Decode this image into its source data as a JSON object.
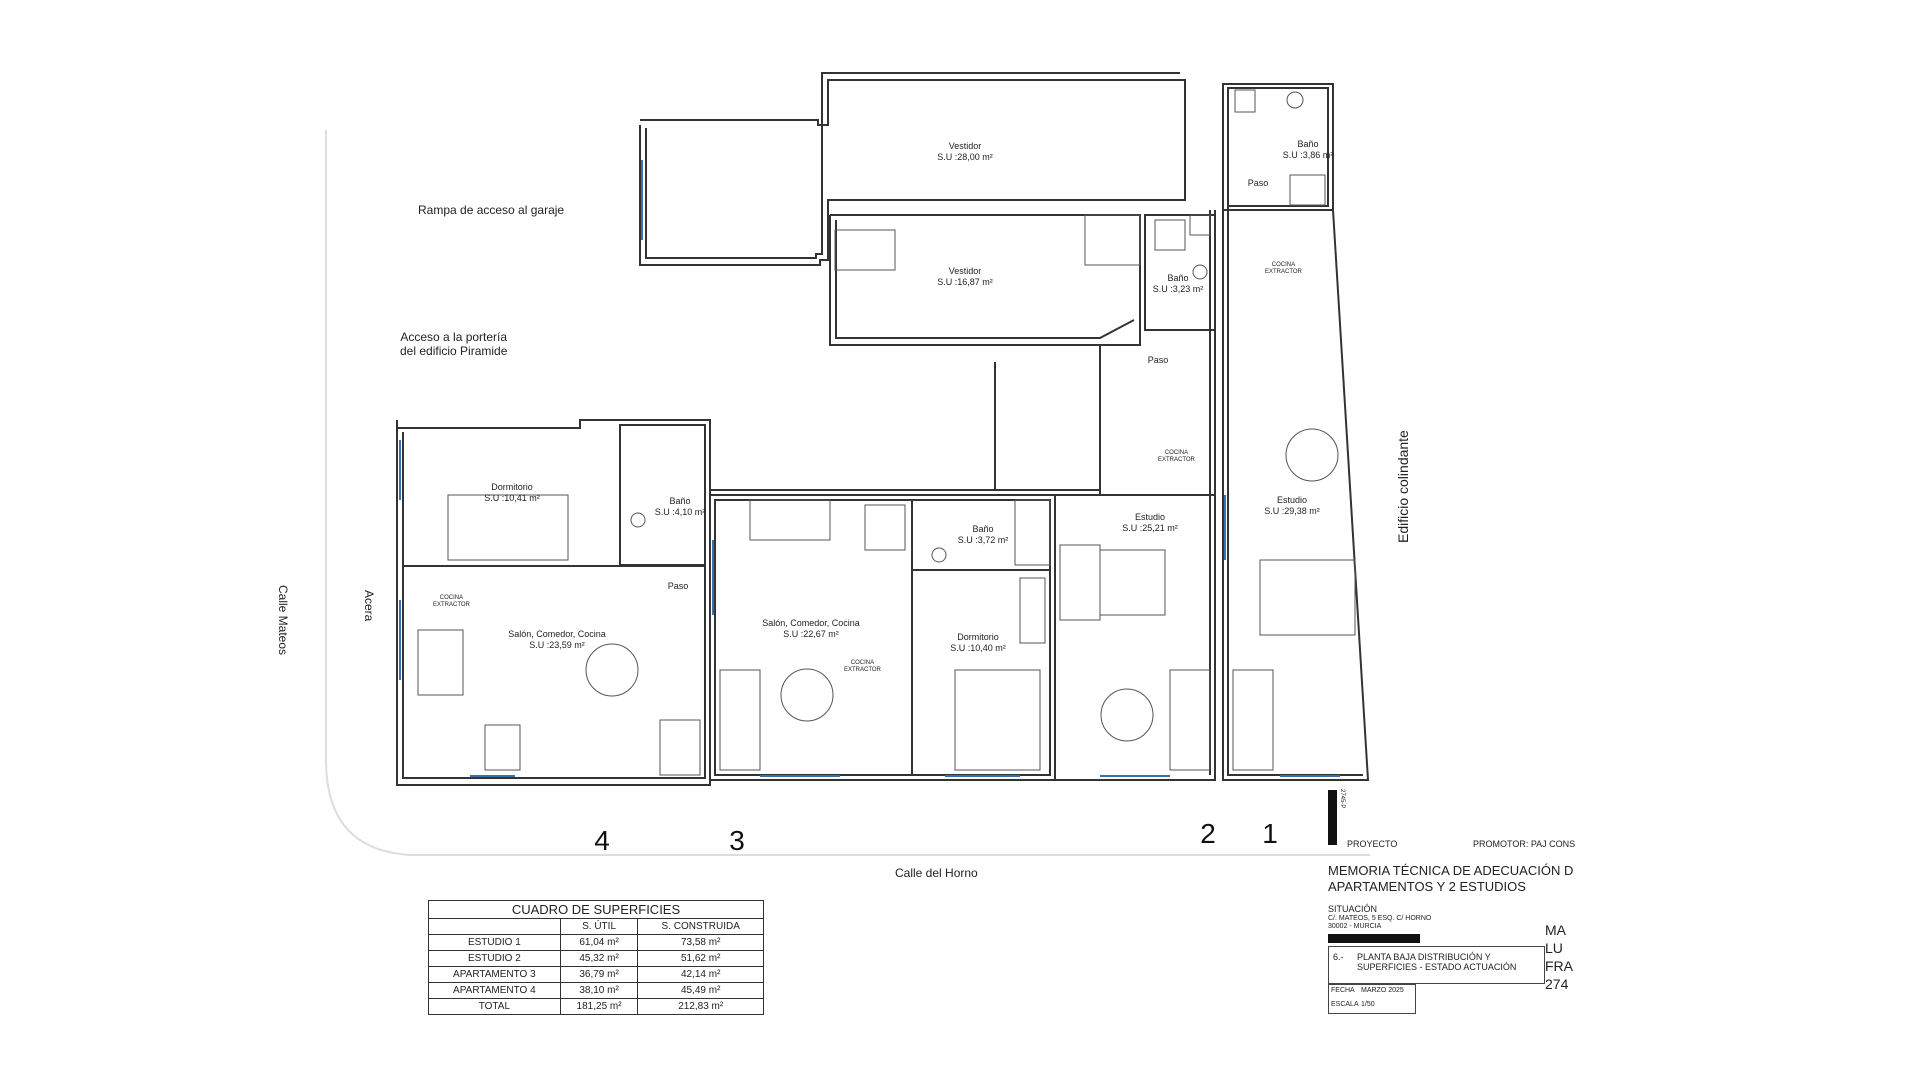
{
  "labels": {
    "ramp": "Rampa de acceso al garaje",
    "portal_line1": "Acceso a la portería",
    "portal_line2": "del edificio Piramide",
    "street_left": "Calle Mateos",
    "sidewalk": "Acera",
    "street_bottom": "Calle del Horno",
    "neighbour": "Edificio colindante"
  },
  "unit_numbers": [
    "4",
    "3",
    "2",
    "1"
  ],
  "rooms": {
    "vestidor_1": {
      "name": "Vestidor",
      "area": "S.U :28,00 m²"
    },
    "vestidor_2": {
      "name": "Vestidor",
      "area": "S.U :16,87 m²"
    },
    "bano_top": {
      "name": "Baño",
      "area": "S.U :3,86 m²"
    },
    "bano_mid": {
      "name": "Baño",
      "area": "S.U :3,23 m²"
    },
    "paso_top": {
      "name": "Paso"
    },
    "paso_mid": {
      "name": "Paso"
    },
    "paso_left": {
      "name": "Paso"
    },
    "dormitorio_4": {
      "name": "Dormitorio",
      "area": "S.U :10,41 m²"
    },
    "bano_4": {
      "name": "Baño",
      "area": "S.U :4,10 m²"
    },
    "salon_4": {
      "name": "Salón, Comedor, Cocina",
      "area": "S.U :23,59 m²"
    },
    "salon_3": {
      "name": "Salón, Comedor, Cocina",
      "area": "S.U :22,67 m²"
    },
    "bano_3": {
      "name": "Baño",
      "area": "S.U :3,72 m²"
    },
    "dormitorio_3": {
      "name": "Dormitorio",
      "area": "S.U :10,40 m²"
    },
    "estudio_2": {
      "name": "Estudio",
      "area": "S.U :25,21 m²"
    },
    "estudio_1": {
      "name": "Estudio",
      "area": "S.U :29,38 m²"
    }
  },
  "kitchen_notes": {
    "line1": "COCINA",
    "line2": "EXTRACTOR"
  },
  "surface_table": {
    "title": "CUADRO DE SUPERFICIES",
    "headers": [
      "",
      "S. ÚTIL",
      "S. CONSTRUIDA"
    ],
    "rows": [
      [
        "ESTUDIO 1",
        "61,04 m²",
        "73,58 m²"
      ],
      [
        "ESTUDIO 2",
        "45,32 m²",
        "51,62 m²"
      ],
      [
        "APARTAMENTO 3",
        "36,79 m²",
        "42,14 m²"
      ],
      [
        "APARTAMENTO 4",
        "38,10 m²",
        "45,49 m²"
      ],
      [
        "TOTAL",
        "181,25 m²",
        "212,83 m²"
      ]
    ]
  },
  "title_block": {
    "stamp": "2745-P",
    "proyecto": "PROYECTO",
    "promotor": "PROMOTOR: PAJ CONS",
    "memoria_1": "MEMORIA TÉCNICA DE ADECUACIÓN D",
    "memoria_2": "APARTAMENTOS Y 2 ESTUDIOS",
    "situacion": "SITUACIÓN",
    "address_1": "C/. MATEOS, 5 ESQ. C/ HORNO",
    "address_2": "30002 - MURCIA",
    "sheet_no": "6.-",
    "sheet_1": "PLANTA BAJA DISTRIBUCIÓN Y",
    "sheet_2": "SUPERFICIES - ESTADO ACTUACIÓN",
    "fecha_label": "FECHA",
    "fecha": "MARZO 2025",
    "escala_label": "ESCALA",
    "escala": "1/50",
    "cut_1": "MA",
    "cut_2": "LU",
    "cut_3": "FRA",
    "cut_4": "274"
  },
  "colors": {
    "wall": "#333333",
    "window": "#3a6fb0",
    "furniture": "#555555"
  }
}
